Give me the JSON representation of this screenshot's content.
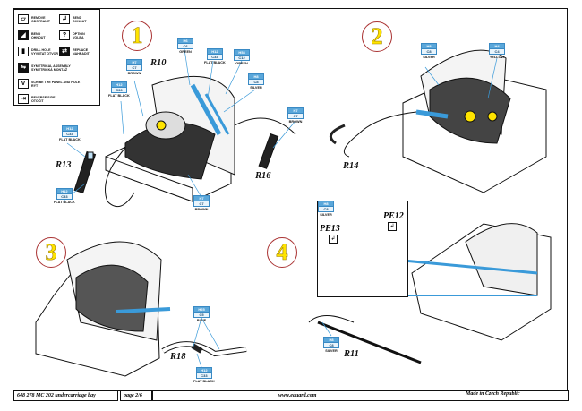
{
  "legend": [
    {
      "icon": "remove-icon",
      "glyph": "▱",
      "en": "REMOVE",
      "cz": "ODSTRANIT"
    },
    {
      "icon": "bend-icon",
      "glyph": "↲",
      "en": "BEND",
      "cz": "OHNOUT"
    },
    {
      "icon": "bend-alt-icon",
      "glyph": "◢",
      "en": "BEND",
      "cz": "OHNOUT"
    },
    {
      "icon": "option-icon",
      "glyph": "?",
      "en": "OPTION",
      "cz": "VOLBA"
    },
    {
      "icon": "drill-icon",
      "glyph": "▮",
      "en": "DRILL HOLE",
      "cz": "VYVRTAT OTVOR"
    },
    {
      "icon": "replace-icon",
      "glyph": "⇄",
      "en": "REPLACE",
      "cz": "NAHRADIT"
    },
    {
      "icon": "symmetrical-icon",
      "glyph": "⇋",
      "en": "SYMETRICAL ASSEMBLY",
      "cz": "SYMETRICKÁ MONTÁŽ"
    },
    {
      "icon": "scribe-icon",
      "glyph": "V",
      "en": "SCRIBE THE PANEL AND HOLE",
      "cz": "RÝT"
    },
    {
      "icon": "reverse-icon",
      "glyph": "⇥",
      "en": "REVERSE SIDE",
      "cz": "OTOČIT"
    }
  ],
  "steps": [
    "1",
    "2",
    "3",
    "4"
  ],
  "parts": {
    "r10": "R10",
    "r13": "R13",
    "r16": "R16",
    "r14": "R14",
    "r18": "R18",
    "r11": "R11",
    "pe12": "PE12",
    "pe13": "PE13"
  },
  "callouts": [
    {
      "h": "H6",
      "c": "C6",
      "name": "GREEN"
    },
    {
      "h": "H12",
      "c": "C33",
      "name": "FLAT BLACK"
    },
    {
      "h": "H58",
      "c": "C12",
      "name": "GREEN"
    },
    {
      "h": "H7",
      "c": "C7",
      "name": "BROWN"
    },
    {
      "h": "H12",
      "c": "C33",
      "name": "FLAT BLACK"
    },
    {
      "h": "H8",
      "c": "C8",
      "name": "SILVER"
    },
    {
      "h": "H12",
      "c": "C33",
      "name": "FLAT BLACK"
    },
    {
      "h": "H7",
      "c": "C7",
      "name": "BROWN"
    },
    {
      "h": "H6",
      "c": "C6",
      "name": "GREEN"
    },
    {
      "h": "H12",
      "c": "C33",
      "name": "FLAT BLACK"
    },
    {
      "h": "H7",
      "c": "C7",
      "name": "BROWN"
    },
    {
      "h": "H6",
      "c": "C6",
      "name": "GREEN"
    },
    {
      "h": "H8",
      "c": "C8",
      "name": "SILVER"
    },
    {
      "h": "H4",
      "c": "C4",
      "name": "YELLOW"
    },
    {
      "h": "H25",
      "c": "C5",
      "name": "BLUE"
    },
    {
      "h": "H12",
      "c": "C33",
      "name": "FLAT BLACK"
    },
    {
      "h": "H8",
      "c": "C8",
      "name": "SILVER"
    },
    {
      "h": "H8",
      "c": "C8",
      "name": "SILVER"
    }
  ],
  "footer": {
    "code": "648 278  MC 202 undercarriage bay",
    "page": "page 2/6",
    "url": "www.eduard.com",
    "made": "Made in Czech Republic"
  },
  "colors": {
    "accent_blue": "#3a9ad9",
    "step_yellow": "#ffe400",
    "line": "#111111"
  }
}
